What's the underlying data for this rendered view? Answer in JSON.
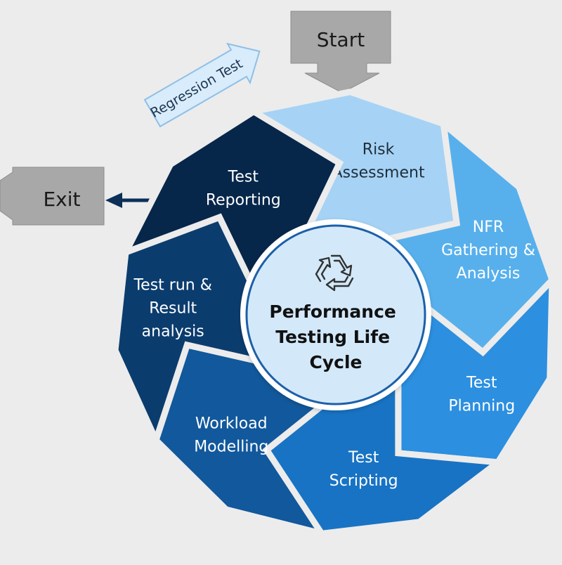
{
  "diagram": {
    "center": {
      "lines": [
        "Performance",
        "Testing Life",
        "Cycle"
      ],
      "icon": "recycle-icon"
    },
    "start": {
      "label": "Start"
    },
    "exit": {
      "label": "Exit"
    },
    "regression": {
      "label": "Regression Test"
    },
    "stages": [
      {
        "id": "risk-assessment",
        "lines": [
          "Risk",
          "Assessment"
        ],
        "color": "#a6d3f5",
        "text_color": "#1f2d3a"
      },
      {
        "id": "nfr-gathering",
        "lines": [
          "NFR",
          "Gathering &",
          "Analysis"
        ],
        "color": "#57b0ec",
        "text_color": "#ffffff"
      },
      {
        "id": "test-planning",
        "lines": [
          "Test",
          "Planning"
        ],
        "color": "#2c8fe0",
        "text_color": "#ffffff"
      },
      {
        "id": "test-scripting",
        "lines": [
          "Test",
          "Scripting"
        ],
        "color": "#1873c4",
        "text_color": "#ffffff"
      },
      {
        "id": "workload-modelling",
        "lines": [
          "Workload",
          "Modelling"
        ],
        "color": "#11589c",
        "text_color": "#ffffff"
      },
      {
        "id": "test-run-result-analysis",
        "lines": [
          "Test run &",
          "Result",
          "analysis"
        ],
        "color": "#0b3c6e",
        "text_color": "#ffffff"
      },
      {
        "id": "test-reporting",
        "lines": [
          "Test",
          "Reporting"
        ],
        "color": "#06264a",
        "text_color": "#ffffff"
      }
    ],
    "colors": {
      "background": "#ececec",
      "gap": "#ececec",
      "center_fill": "#d3e9fa",
      "center_stroke": "#1d5fa8",
      "grey_box": "#a8a8a8",
      "grey_box_stroke": "#8c8c8c",
      "regression_fill": "#d8ecfb",
      "regression_stroke": "#8fbfe6",
      "exit_arrow": "#0b2f57"
    }
  }
}
